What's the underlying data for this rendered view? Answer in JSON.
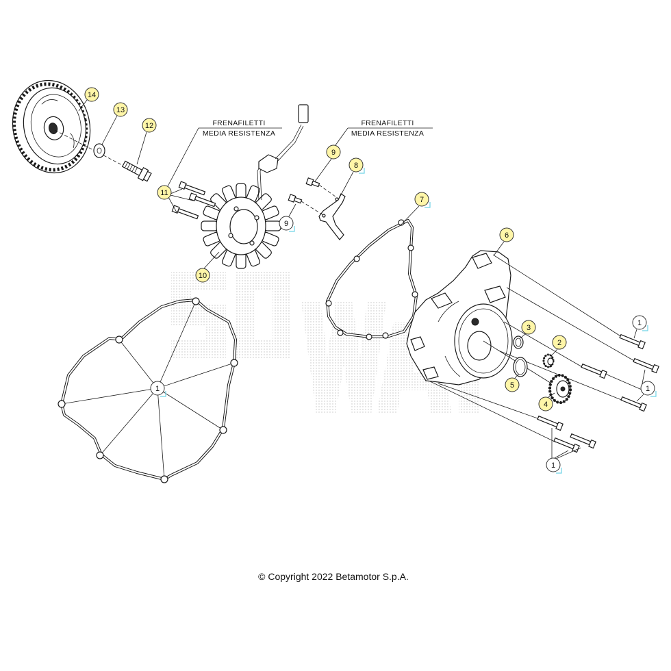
{
  "callouts": [
    "14",
    "13",
    "12",
    "11",
    "10",
    "9",
    "8",
    "9",
    "7",
    "6",
    "1",
    "3",
    "2",
    "5",
    "4",
    "1",
    "1",
    "1"
  ],
  "notes": [
    {
      "line1": "FRENAFILETTI",
      "line2": "MEDIA RESISTENZA"
    },
    {
      "line1": "FRENAFILETTI",
      "line2": "MEDIA RESISTENZA"
    }
  ],
  "copyright": "© Copyright 2022 Betamotor S.p.A.",
  "colors": {
    "callout_fill": "#fff6a8",
    "callout_ref_bracket": "#6fd3e6",
    "line": "#1a1a1a"
  }
}
